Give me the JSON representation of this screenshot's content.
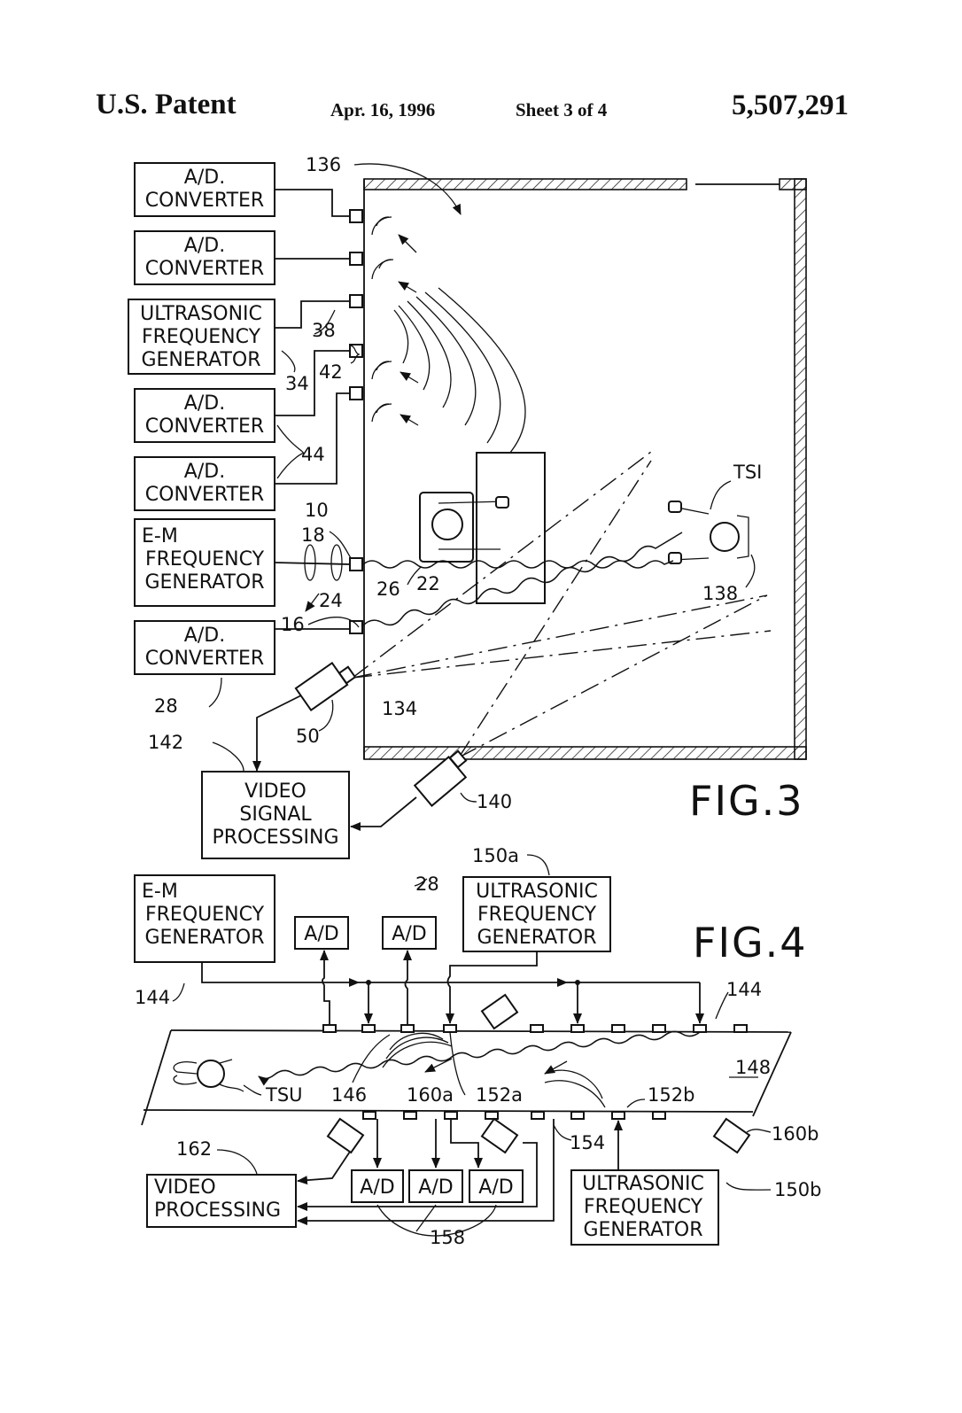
{
  "header": {
    "patent": "U.S. Patent",
    "date": "Apr. 16, 1996",
    "sheet": "Sheet 3 of 4",
    "number": "5,507,291"
  },
  "fig3": {
    "title": "FIG.3",
    "boxes": {
      "ad1": [
        "A/D.",
        "CONVERTER"
      ],
      "ad2": [
        "A/D.",
        "CONVERTER"
      ],
      "ultra": [
        "ULTRASONIC",
        "FREQUENCY",
        "GENERATOR"
      ],
      "ad3": [
        "A/D.",
        "CONVERTER"
      ],
      "ad4": [
        "A/D.",
        "CONVERTER"
      ],
      "em": [
        "E-M",
        "FREQUENCY",
        "GENERATOR"
      ],
      "ad5": [
        "A/D.",
        "CONVERTER"
      ],
      "video": [
        "VIDEO",
        "SIGNAL",
        "PROCESSING"
      ]
    },
    "refs": {
      "r136": "136",
      "r38": "38",
      "r34": "34",
      "r42": "42",
      "r44": "44",
      "r10": "10",
      "r18": "18",
      "r24": "24",
      "r16": "16",
      "r26": "26",
      "r22": "22",
      "r28": "28",
      "r50": "50",
      "r134": "134",
      "r142": "142",
      "r140": "140",
      "r138": "138",
      "tsi": "TSI"
    }
  },
  "fig4": {
    "title": "FIG.4",
    "boxes": {
      "em": [
        "E-M",
        "FREQUENCY",
        "GENERATOR"
      ],
      "ad_a": "A/D",
      "ad_b": "A/D",
      "ultra_a": [
        "ULTRASONIC",
        "FREQUENCY",
        "GENERATOR"
      ],
      "video": [
        "VIDEO",
        "PROCESSING"
      ],
      "ad_c": "A/D",
      "ad_d": "A/D",
      "ad_e": "A/D",
      "ultra_b": [
        "ULTRASONIC",
        "FREQUENCY",
        "GENERATOR"
      ]
    },
    "refs": {
      "r28": "28",
      "r150a": "150a",
      "r144a": "144",
      "r144b": "144",
      "r148": "148",
      "tsu": "TSU",
      "r146": "146",
      "r160a": "160a",
      "r152a": "152a",
      "r152b": "152b",
      "r154": "154",
      "r160b": "160b",
      "r162": "162",
      "r150b": "150b",
      "r158": "158"
    }
  }
}
